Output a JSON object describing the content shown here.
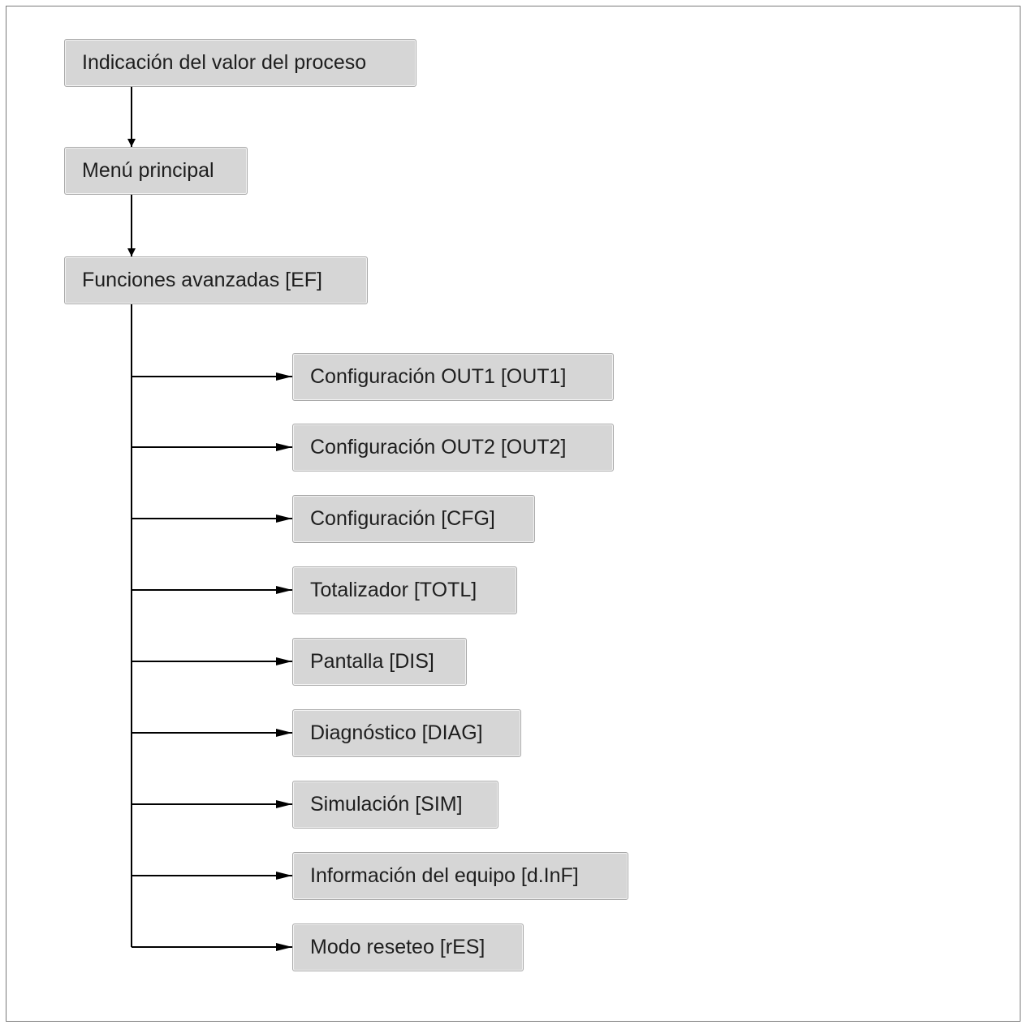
{
  "diagram": {
    "process_value": "Indicación del valor del proceso",
    "main_menu": "Menú principal",
    "advanced": "Funciones avanzadas [EF]",
    "items": [
      "Configuración OUT1 [OUT1]",
      "Configuración OUT2 [OUT2]",
      "Configuración [CFG]",
      "Totalizador [TOTL]",
      "Pantalla [DIS]",
      "Diagnóstico [DIAG]",
      "Simulación [SIM]",
      "Información del equipo [d.InF]",
      "Modo reseteo [rES]"
    ],
    "colors": {
      "box_fill": "#d6d6d6",
      "box_border": "#a9a9a9",
      "line": "#000000",
      "frame": "#7a7a7a"
    }
  }
}
